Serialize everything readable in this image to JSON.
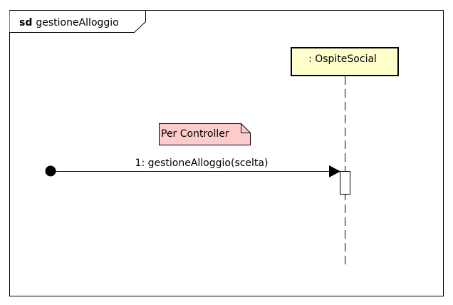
{
  "frame": {
    "keyword": "sd",
    "name": "gestioneAlloggio"
  },
  "lifeline": {
    "label": ": OspiteSocial",
    "fill_color": "#ffffcc",
    "border_color": "#000000"
  },
  "note": {
    "text": "Per Controller",
    "fill_color": "#ffcccc"
  },
  "message": {
    "label": "1: gestioneAlloggio(scelta)",
    "kind": "found-message"
  },
  "colors": {
    "line": "#000000",
    "activation_fill": "#ffffff",
    "background": "#ffffff"
  }
}
